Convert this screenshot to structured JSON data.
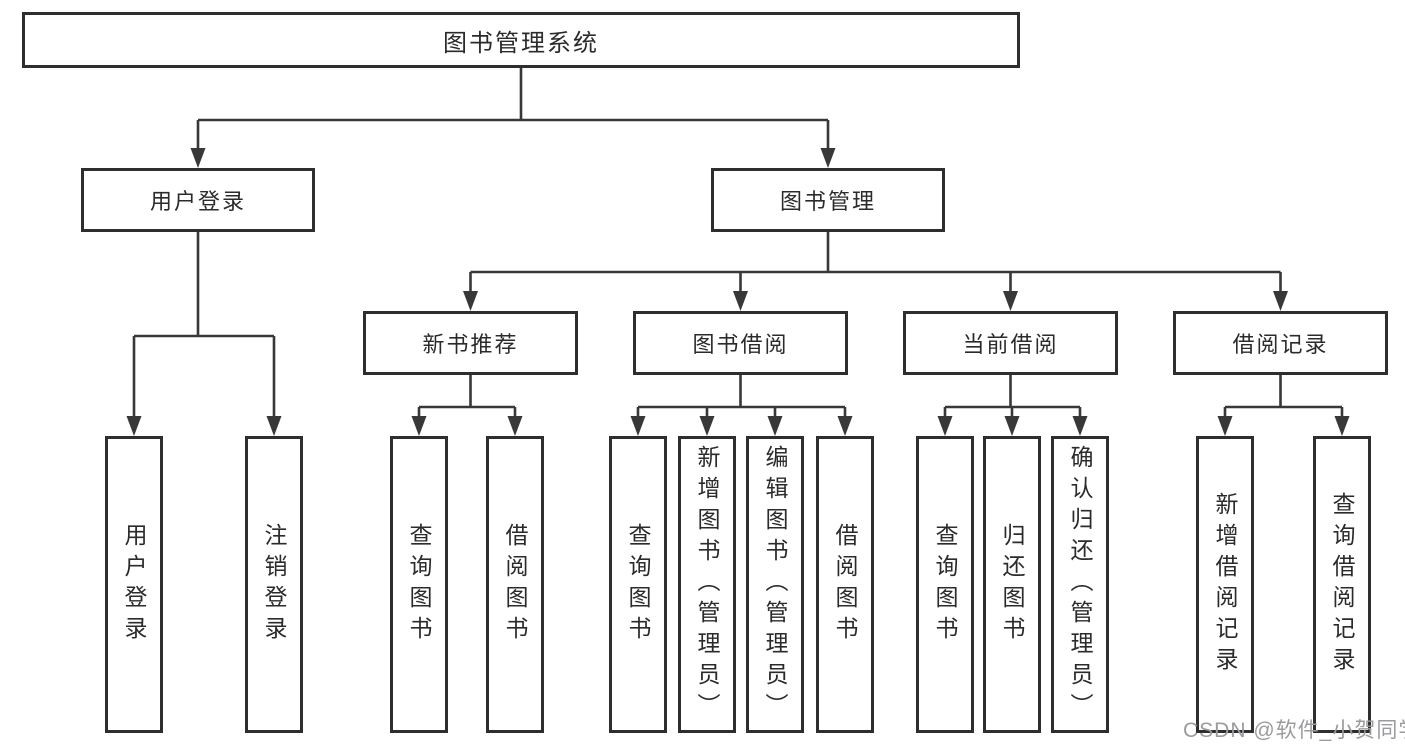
{
  "root": {
    "label": "图书管理系统"
  },
  "branches": [
    {
      "label": "用户登录",
      "children": [
        {
          "label": "用户登录"
        },
        {
          "label": "注销登录"
        }
      ]
    },
    {
      "label": "图书管理",
      "groups": [
        {
          "label": "新书推荐",
          "children": [
            {
              "label": "查询图书"
            },
            {
              "label": "借阅图书"
            }
          ]
        },
        {
          "label": "图书借阅",
          "children": [
            {
              "label": "查询图书"
            },
            {
              "label": "新增图书（管理员）"
            },
            {
              "label": "编辑图书（管理员）"
            },
            {
              "label": "借阅图书"
            }
          ]
        },
        {
          "label": "当前借阅",
          "children": [
            {
              "label": "查询图书"
            },
            {
              "label": "归还图书"
            },
            {
              "label": "确认归还（管理员）"
            }
          ]
        },
        {
          "label": "借阅记录",
          "children": [
            {
              "label": "新增借阅记录"
            },
            {
              "label": "查询借阅记录"
            }
          ]
        }
      ]
    }
  ],
  "watermark": "CSDN @软件_小贺同学",
  "colors": {
    "line": "#383838",
    "border": "#2e2e2e",
    "text": "#2b2b2b",
    "watermark": "#9b9b9e"
  }
}
